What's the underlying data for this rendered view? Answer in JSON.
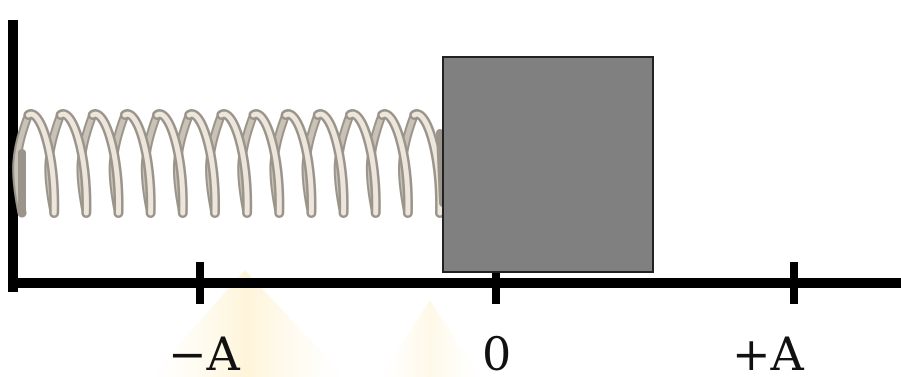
{
  "diagram": {
    "axis_labels": {
      "negative": "−A",
      "zero": "0",
      "positive": "+A"
    },
    "colors": {
      "axis": "#000000",
      "block_fill": "#808080",
      "block_stroke": "#222222",
      "spring_light": "#ece6dc",
      "spring_dark": "#9b948a",
      "watermark": "#fde9b8"
    }
  }
}
